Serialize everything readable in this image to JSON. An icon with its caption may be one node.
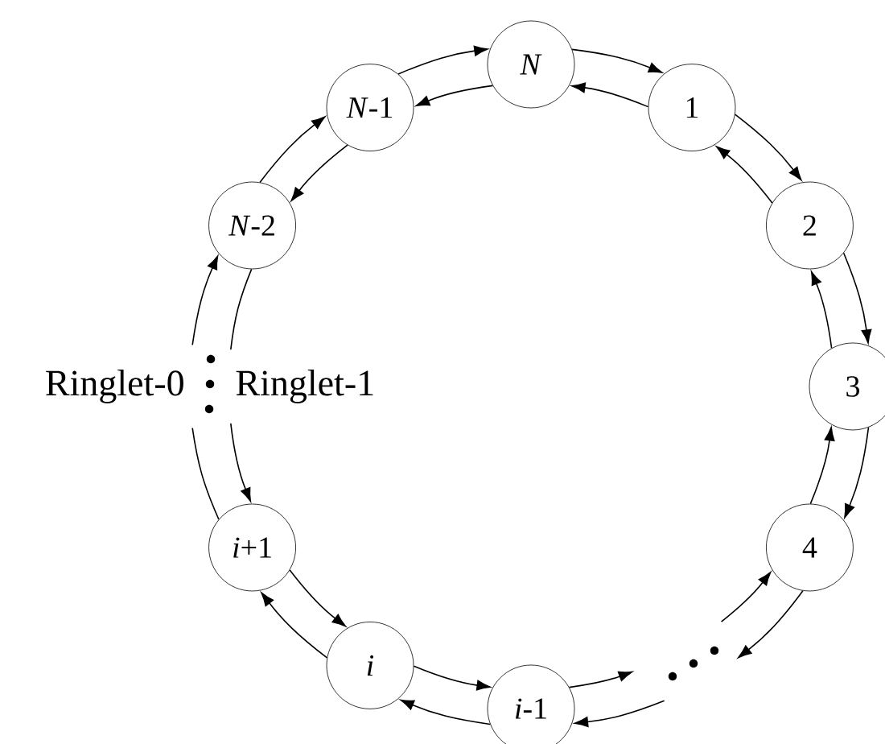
{
  "diagram": {
    "nodes": [
      {
        "text": [
          "*N*"
        ]
      },
      {
        "text": [
          "1"
        ]
      },
      {
        "text": [
          "2"
        ]
      },
      {
        "text": [
          "3"
        ]
      },
      {
        "text": [
          "4"
        ]
      },
      {
        "text": [
          "*i*-1"
        ]
      },
      {
        "text": [
          "*i*"
        ]
      },
      {
        "text": [
          "*i*+1"
        ]
      },
      {
        "text": [
          "*N*-2"
        ]
      },
      {
        "text": [
          "*N*-1"
        ]
      }
    ],
    "edges": [
      {
        "from": 0,
        "to": 1,
        "arrow": "to"
      },
      {
        "from": 1,
        "to": 0,
        "arrow": "to"
      },
      {
        "from": 1,
        "to": 2,
        "arrow": "to"
      },
      {
        "from": 2,
        "to": 1,
        "arrow": "to"
      },
      {
        "from": 2,
        "to": 3,
        "arrow": "to"
      },
      {
        "from": 3,
        "to": 2,
        "arrow": "to"
      },
      {
        "from": 3,
        "to": 4,
        "arrow": "to"
      },
      {
        "from": 4,
        "to": 3,
        "arrow": "to"
      },
      {
        "from": 5,
        "to": 6,
        "arrow": "to"
      },
      {
        "from": 6,
        "to": 5,
        "arrow": "to"
      },
      {
        "from": 6,
        "to": 7,
        "arrow": "to"
      },
      {
        "from": 7,
        "to": 6,
        "arrow": "to"
      },
      {
        "from": 8,
        "to": 9,
        "arrow": "to"
      },
      {
        "from": 9,
        "to": 8,
        "arrow": "to"
      },
      {
        "from": 9,
        "to": 0,
        "arrow": "to"
      },
      {
        "from": 0,
        "to": 9,
        "arrow": "to"
      },
      {
        "from": 4,
        "to": null,
        "arrow": "to"
      },
      {
        "from": null,
        "to": 4,
        "arrow": "to"
      },
      {
        "from": null,
        "to": 5,
        "arrow": "to"
      },
      {
        "from": 5,
        "to": null,
        "arrow": "to"
      },
      {
        "from": 7,
        "to": null,
        "arrow": "none"
      },
      {
        "from": null,
        "to": 8,
        "arrow": "to"
      },
      {
        "from": 8,
        "to": null,
        "arrow": "none"
      },
      {
        "from": null,
        "to": 7,
        "arrow": "to"
      }
    ],
    "labels": [
      "Ringlet-0",
      "Ringlet-1"
    ]
  }
}
